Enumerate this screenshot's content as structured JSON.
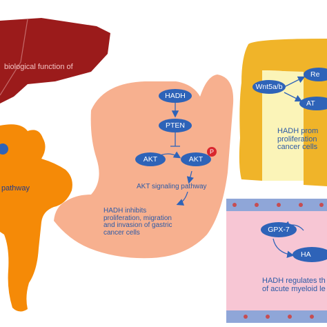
{
  "liver": {
    "caption": "biological function of"
  },
  "pancreas": {
    "caption": "pathway"
  },
  "stomach": {
    "nodes": {
      "hadh": "HADH",
      "pten": "PTEN",
      "akt": "AKT",
      "akt_p": "AKT",
      "phospho": "P"
    },
    "pathway_label": "AKT signaling pathway",
    "conclusion_lines": [
      "HADH inhibits",
      "proliferation, migration",
      "and invasion of gastric",
      "cancer cells"
    ]
  },
  "colon": {
    "nodes": {
      "wnt": "Wnt5a/b",
      "top_right": "Re",
      "middle_right": "AT"
    },
    "conclusion_lines": [
      "HADH prom",
      "proliferation",
      "cancer cells"
    ]
  },
  "vessel": {
    "nodes": {
      "gpx": "GPX-7",
      "hadh": "HA"
    },
    "conclusion_lines": [
      "HADH regulates th",
      "of acute myeloid le"
    ]
  },
  "colors": {
    "liver": "#9b1b1b",
    "pancreas": "#f58a07",
    "stomach": "#f7b08f",
    "colon_outer": "#f0b429",
    "colon_inner": "#fbf4b8",
    "vessel_wall": "#f7c6d4",
    "node_blue": "#2e63b8",
    "text_blue": "#2c5aa6",
    "phospho_red": "#d9262e"
  }
}
